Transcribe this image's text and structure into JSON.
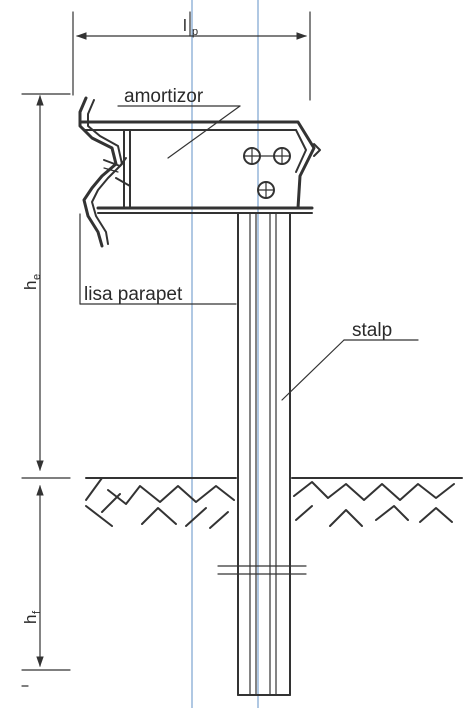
{
  "labels": {
    "top_dimension": "l",
    "top_dimension_sub": "p",
    "absorber": "amortizor",
    "guardrail_beam": "lisa parapet",
    "post": "stalp",
    "height_exposed": "h",
    "height_exposed_sub": "e",
    "height_embedded": "h",
    "height_embedded_sub": "f"
  },
  "colors": {
    "ink": "#333333",
    "guide_lines": "#6f9ccc",
    "background": "#ffffff"
  }
}
